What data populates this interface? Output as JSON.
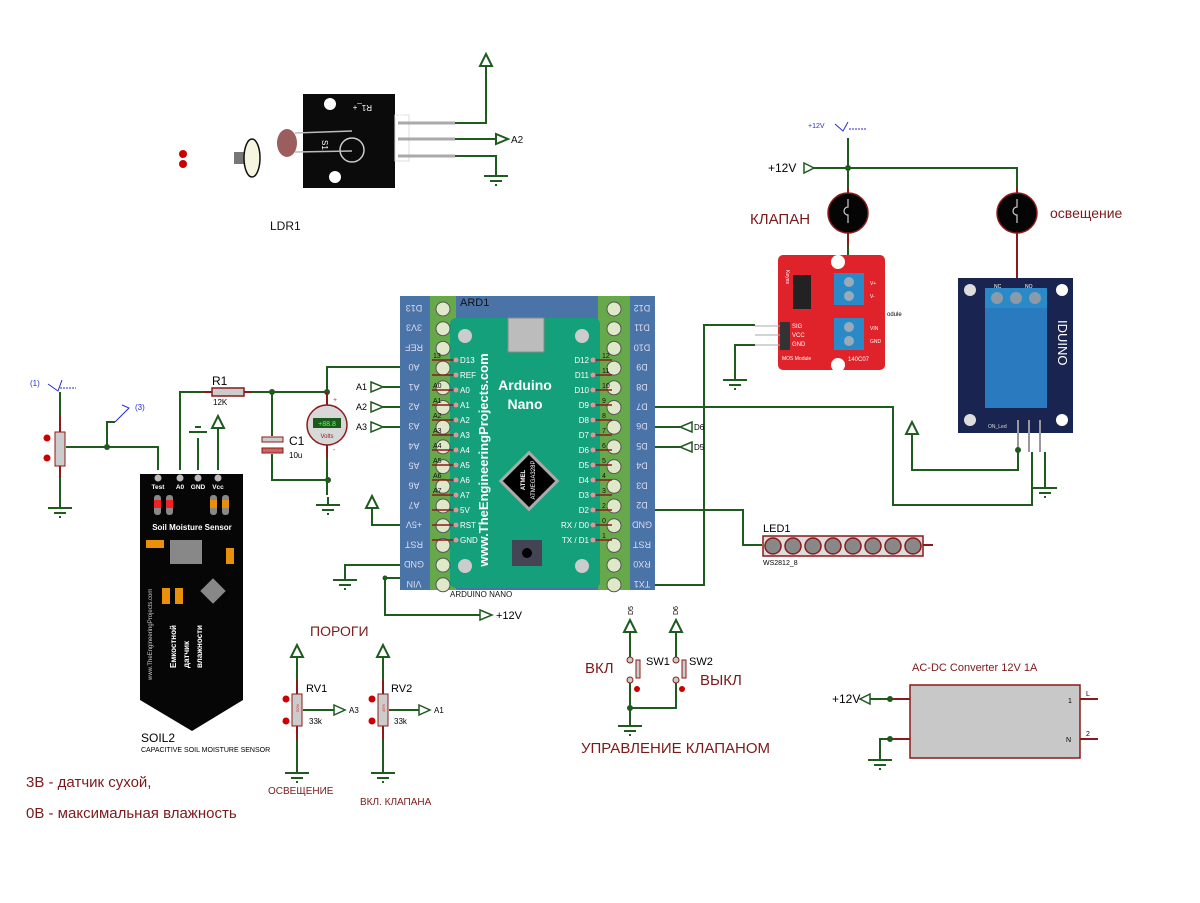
{
  "colors": {
    "wire": "#1f5a1f",
    "pin": "#8b1a1a",
    "annotation": "#7b1a1a",
    "probe": "#2a2ad0",
    "arduino_pcb": "#13a07a",
    "mos_module": "#e0222a",
    "relay_module": "#1a2450"
  },
  "ldr": {
    "ref": "LDR1",
    "pin_s": "S",
    "pin_minus": "-",
    "r1_mark": "R1_+",
    "s1_mark": "S1",
    "output": "A2"
  },
  "arduino": {
    "ref": "ARD1",
    "part": "ARDUINO NANO",
    "title_line1": "Arduino",
    "title_line2": "Nano",
    "site": "www.TheEngineeringProjects.com",
    "chip_line1": "ATMEL",
    "chip_line2": "ATMEGA328P",
    "left_pins": [
      "D13",
      "REF",
      "A0",
      "A1",
      "A2",
      "A3",
      "A4",
      "A5",
      "A6",
      "A7",
      "5V",
      "RST",
      "GND"
    ],
    "left_pin_nums": [
      "13",
      "",
      "A0",
      "A1",
      "A2",
      "A3",
      "A4",
      "A5",
      "A6",
      "A7",
      "",
      "",
      ""
    ],
    "right_pins": [
      "D12",
      "D11",
      "D10",
      "D9",
      "D8",
      "D7",
      "D6",
      "D5",
      "D4",
      "D3",
      "D2",
      "RX / D0",
      "TX / D1"
    ],
    "right_pin_nums": [
      "12",
      "11",
      "10",
      "9",
      "8",
      "7",
      "6",
      "5",
      "4",
      "3",
      "2",
      "0",
      "1"
    ],
    "left_strip": [
      "D13",
      "3V3",
      "REF",
      "A0",
      "A1",
      "A2",
      "A3",
      "A4",
      "A5",
      "A6",
      "A7",
      "+5V",
      "RST",
      "GND",
      "VIN"
    ],
    "right_strip": [
      "D12",
      "D11",
      "D10",
      "D9",
      "D8",
      "D7",
      "D6",
      "D5",
      "D4",
      "D3",
      "D2",
      "GND",
      "RST",
      "RX0",
      "TX1"
    ],
    "inputs": [
      "A1",
      "A2",
      "A3"
    ],
    "outputs": [
      "D6",
      "D5"
    ],
    "vin_supply": "+12V"
  },
  "r1": {
    "ref": "R1",
    "value": "12K"
  },
  "c1": {
    "ref": "C1",
    "value": "10u"
  },
  "voltmeter": {
    "reading": "+88.8",
    "unit": "Volts",
    "plus": "+",
    "minus": "-"
  },
  "probe": {
    "p1": "(1)",
    "p3": "(3)"
  },
  "soil": {
    "pins": [
      "Test",
      "A0",
      "GND",
      "Vcc"
    ],
    "title": "Soil Moisture Sensor",
    "site": "www.TheEngineeringProjects.com",
    "ru_line1": "Емкостной",
    "ru_line2": "датчик",
    "ru_line3": "влажности",
    "ref": "SOIL2",
    "part": "CAPACITIVE SOIL MOISTURE SENSOR"
  },
  "thresholds": {
    "title": "ПОРОГИ",
    "rv1": {
      "ref": "RV1",
      "value": "33k",
      "output": "A3",
      "caption": "ОСВЕЩЕНИЕ",
      "percent": "50%"
    },
    "rv2": {
      "ref": "RV2",
      "value": "33k",
      "output": "A1",
      "caption": "ВКЛ. КЛАПАНА",
      "percent": "45%"
    }
  },
  "notes": {
    "line1": "3В - датчик сухой,",
    "line2": "0В  - максимальная влажность"
  },
  "power": {
    "probe_label": "+12V",
    "rail_label": "+12V"
  },
  "valve": {
    "label": "КЛАПАН"
  },
  "lighting": {
    "label": "освещение"
  },
  "mos": {
    "pins": [
      "SIG",
      "VCC",
      "GND"
    ],
    "title": "MOS Module",
    "code": "140C07",
    "suffix": "odule",
    "vplus": "V+",
    "vminus": "V-",
    "vin": "VIN",
    "gnd": "GND",
    "keyes": "Keyes"
  },
  "relay": {
    "brand": "IDUINO",
    "nc": "NC",
    "no": "NO",
    "led": "ON_Led"
  },
  "led_strip": {
    "ref": "LED1",
    "part": "WS2812_8",
    "count": 8
  },
  "switches": {
    "sw1": "SW1",
    "sw2": "SW2",
    "on": "ВКЛ",
    "off": "ВЫКЛ",
    "sw1_net": "D5",
    "sw2_net": "D6",
    "title": "УПРАВЛЕНИЕ КЛАПАНОМ"
  },
  "converter": {
    "title": "AC-DC Converter 12V 1A",
    "output": "+12V",
    "pin1": "1",
    "pin1_name": "L",
    "pin2": "2",
    "pin2_name": "N"
  }
}
